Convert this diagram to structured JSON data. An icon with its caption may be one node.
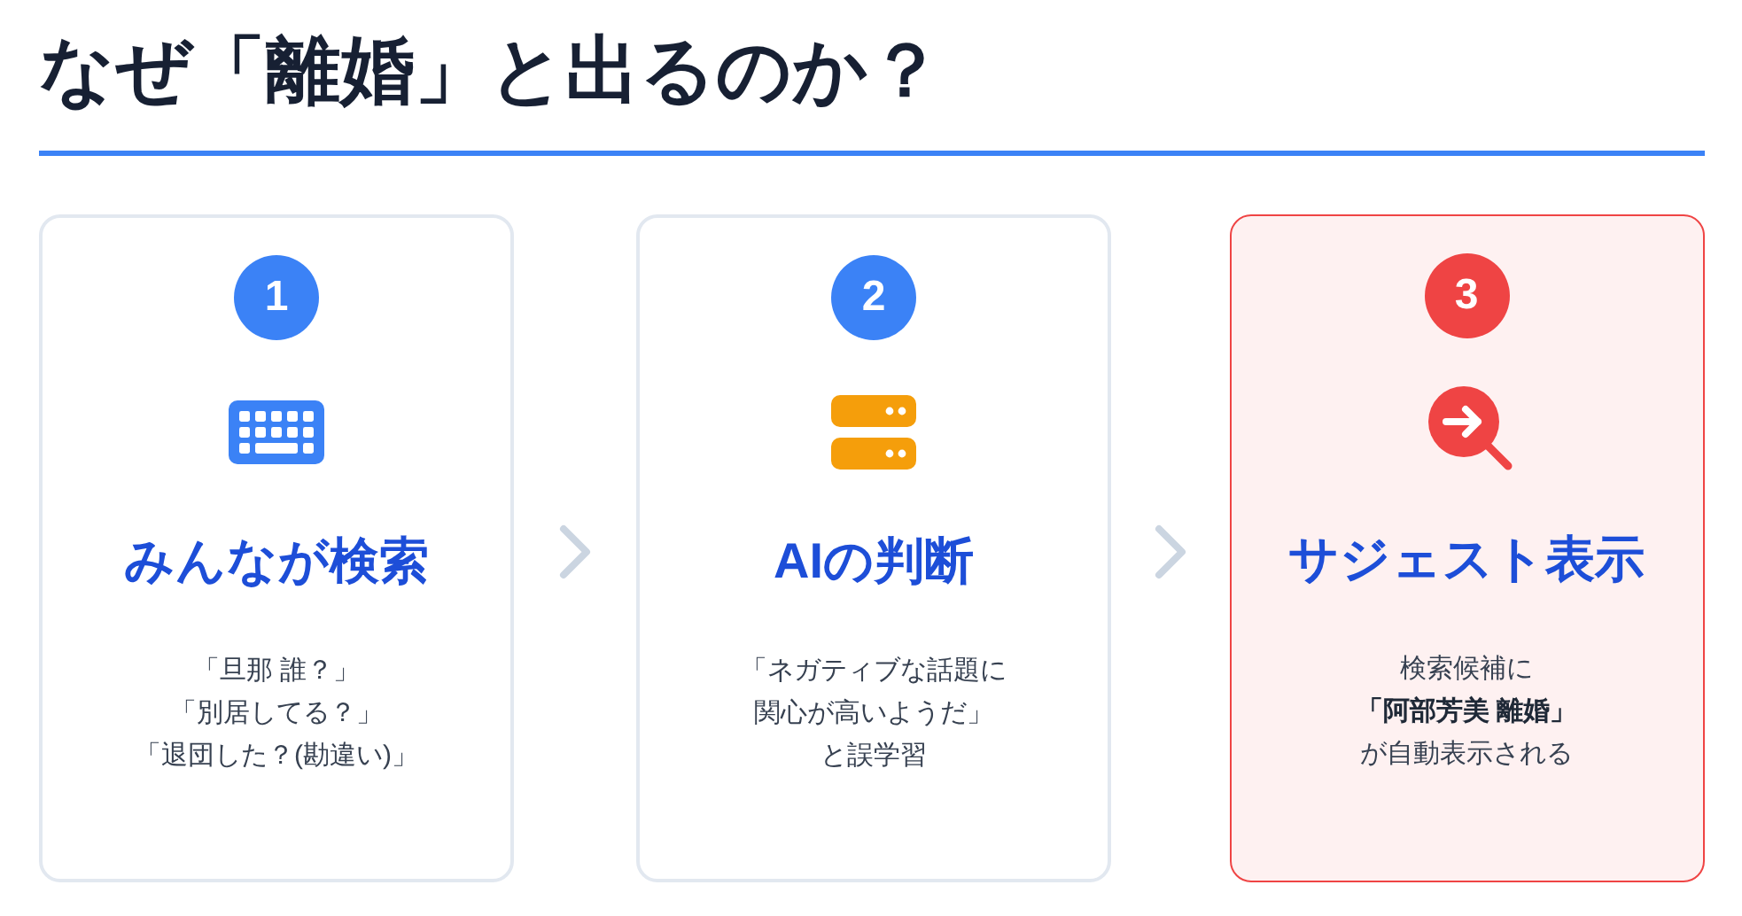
{
  "diagram": {
    "title": "なぜ「離婚」と出るのか？",
    "nodes": [
      {
        "text": [
          "みんなが検索",
          "「旦那 誰？」「別居してる？」「退団した？(勘違い)」"
        ]
      },
      {
        "text": [
          "1"
        ],
        "in": 0
      },
      {
        "text": [
          "AIの判断",
          "「ネガティブな話題に関心が高いようだ」と誤学習"
        ]
      },
      {
        "text": [
          "2"
        ],
        "in": 2
      },
      {
        "text": [
          "サジェスト表示",
          "検索候補に**「阿部芳美 離婚」**が自動表示される"
        ]
      },
      {
        "text": [
          "3"
        ],
        "in": 4
      }
    ],
    "edges": [
      {
        "from": 0,
        "to": 2,
        "arrow": "to"
      },
      {
        "from": 2,
        "to": 4,
        "arrow": "to"
      }
    ]
  }
}
